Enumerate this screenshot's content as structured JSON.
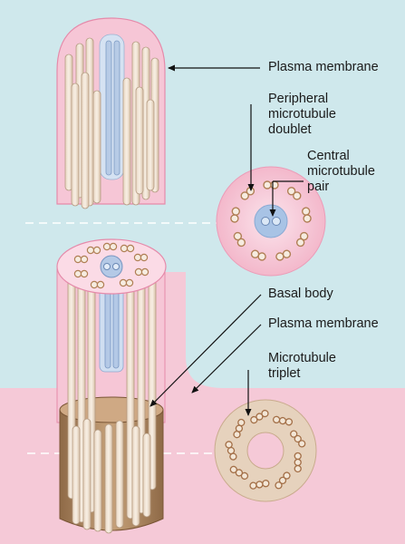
{
  "labels": {
    "plasma_membrane_top": "Plasma membrane",
    "peripheral_doublet": [
      "Peripheral",
      "microtubule",
      "doublet"
    ],
    "central_pair": [
      "Central",
      "microtubule",
      "pair"
    ],
    "basal_body": "Basal body",
    "plasma_membrane_bottom": "Plasma membrane",
    "microtubule_triplet": [
      "Microtubule",
      "triplet"
    ]
  },
  "colors": {
    "cytoplasm_blue": "#cde8ec",
    "membrane_pink": "#f4b9cc",
    "membrane_edge": "#e07aa0",
    "microtubule_tan": "#eadccb",
    "microtubule_outline": "#b89d82",
    "central_pair_blue": "#a9c4e6",
    "basal_body_brown": "#b8906a",
    "leader_line": "#111111",
    "dashed_line": "#ffffff"
  }
}
